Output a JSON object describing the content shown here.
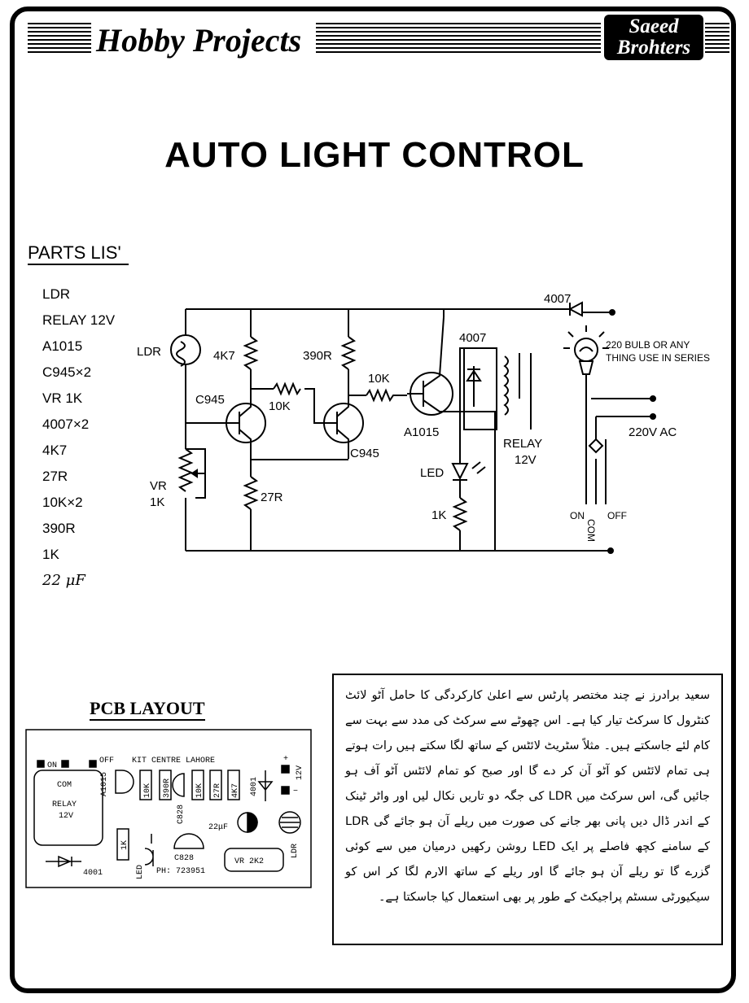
{
  "header": {
    "brand_title": "Hobby Projects",
    "publisher_line1": "Saeed",
    "publisher_line2": "Brohters"
  },
  "title": "AUTO LIGHT CONTROL",
  "parts_list": {
    "heading": "PARTS LIS'",
    "items": [
      "LDR",
      "RELAY 12V",
      "A1015",
      "C945×2",
      "VR 1K",
      "4007×2",
      "4K7",
      "27R",
      "10K×2",
      "390R",
      "1K",
      "22 μF"
    ]
  },
  "schematic": {
    "ldr": "LDR",
    "r_4k7": "4K7",
    "r_390r": "390R",
    "r_10k_a": "10K",
    "r_10k_b": "10K",
    "r_27r": "27R",
    "r_1k": "1K",
    "q1": "C945",
    "q2": "C945",
    "q3": "A1015",
    "vr_line1": "VR",
    "vr_line2": "1K",
    "led": "LED",
    "diode_top": "4007",
    "diode_relay": "4007",
    "relay_line1": "RELAY",
    "relay_line2": "12V",
    "bulb_line1": "220 BULB OR ANY",
    "bulb_line2": "THING USE IN SERIES",
    "ac": "220V AC",
    "sw_on": "ON",
    "sw_com": "COM",
    "sw_off": "OFF"
  },
  "pcb": {
    "heading": "PCB LAYOUT",
    "on": "ON",
    "off": "OFF",
    "kit_text": "KIT CENTRE LAHORE",
    "com": "COM",
    "relay_line1": "RELAY",
    "relay_line2": "12V",
    "a1015": "A1015",
    "r1": "10K",
    "r2": "390R",
    "c828_a": "C828",
    "r3": "10K",
    "r4": "27R",
    "r5": "4K7",
    "d_4001_a": "4001",
    "plus": "+",
    "minus": "−",
    "v12": "12V",
    "cap": "22μF",
    "ldr": "LDR",
    "r_1k": "1K",
    "led": "LED",
    "c828_b": "C828",
    "phone": "PH: 723951",
    "vr": "VR 2K2",
    "d_4001_b": "4001"
  },
  "urdu_text": "سعید برادرز نے چند مختصر پارٹس سے اعلیٰ کارکردگی کا حامل آٹو لائٹ کنٹرول کا سرکٹ تیار کیا ہے۔ اس چھوٹے سے سرکٹ کی مدد سے بہت سے کام لئے جاسکتے ہیں۔ مثلاً سٹریٹ لائٹس کے ساتھ لگا سکتے ہیں رات ہوتے ہی تمام لائٹس کو آٹو آن کر دے گا اور صبح کو تمام لائٹس آٹو آف ہو جائیں گی، اس سرکٹ میں LDR کی جگہ دو تاریں نکال لیں اور واٹر ٹینک کے اندر ڈال دیں پانی بھر جانے کی صورت میں ریلے آن ہو جائے گی LDR کے سامنے کچھ فاصلے پر ایک LED روشن رکھیں درمیان میں سے کوئی گزرے گا تو ریلے آن ہو جائے گا اور ریلے کے ساتھ الارم لگا کر اس کو سیکیورٹی سسٹم پراجیکٹ کے طور پر بھی استعمال کیا جاسکتا ہے۔"
}
